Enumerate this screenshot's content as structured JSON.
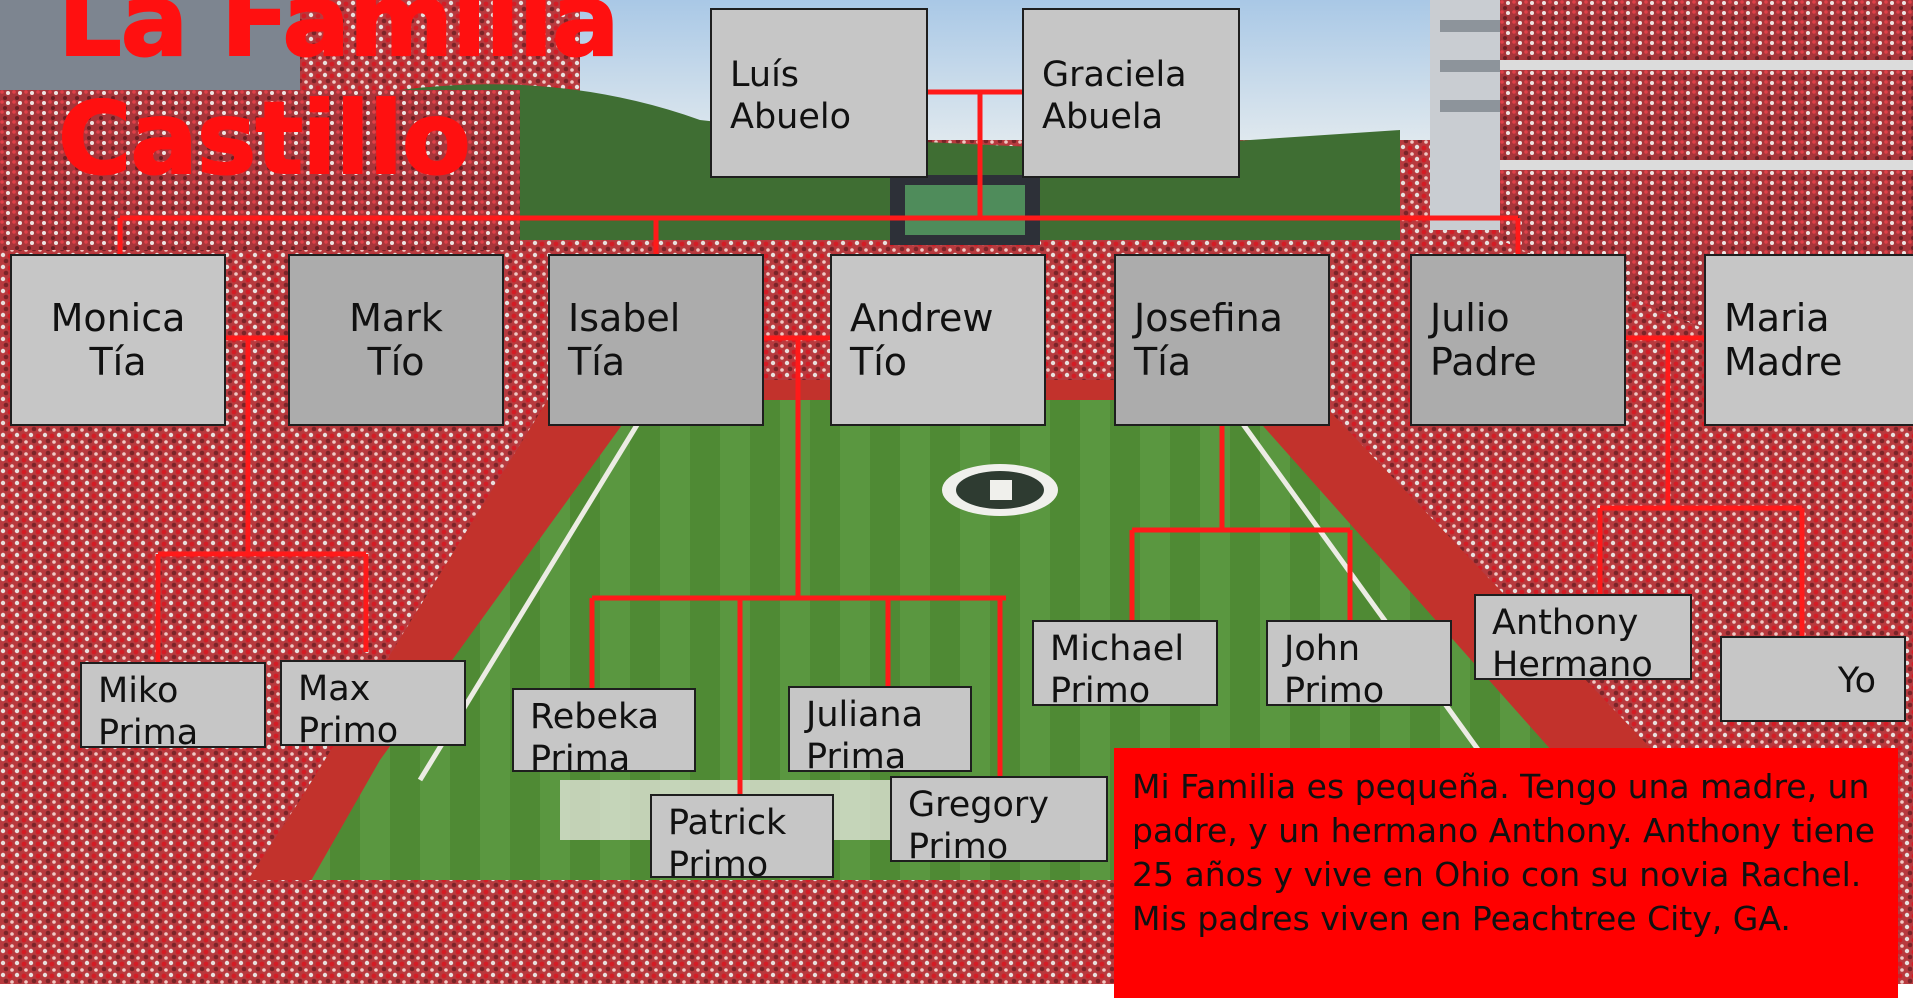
{
  "title": {
    "line1": "La Familia",
    "line2": "Castillo"
  },
  "colors": {
    "connector": "#ff1a1a",
    "box_light": "#c6c6c6",
    "box_dark": "#acacac",
    "title": "#ff1010",
    "textbox": "#ff0000"
  },
  "background": "football-stadium-photo",
  "members": {
    "luis": {
      "name": "Luís",
      "role": "Abuelo"
    },
    "graciela": {
      "name": "Graciela",
      "role": "Abuela"
    },
    "monica": {
      "name": "Monica",
      "role": "Tía"
    },
    "mark": {
      "name": "Mark",
      "role": "Tío"
    },
    "isabel": {
      "name": "Isabel",
      "role": "Tía"
    },
    "andrew": {
      "name": "Andrew",
      "role": "Tío"
    },
    "josefina": {
      "name": "Josefina",
      "role": "Tía"
    },
    "julio": {
      "name": "Julio",
      "role": "Padre"
    },
    "maria": {
      "name": "Maria",
      "role": "Madre"
    },
    "miko": {
      "name": "Miko",
      "role": "Prima"
    },
    "max": {
      "name": "Max",
      "role": "Primo"
    },
    "rebeka": {
      "name": "Rebeka",
      "role": "Prima"
    },
    "juliana": {
      "name": "Juliana",
      "role": "Prima"
    },
    "patrick": {
      "name": "Patrick",
      "role": "Primo"
    },
    "gregory": {
      "name": "Gregory",
      "role": "Primo"
    },
    "michael": {
      "name": "Michael",
      "role": "Primo"
    },
    "john": {
      "name": "John",
      "role": "Primo"
    },
    "anthony": {
      "name": "Anthony",
      "role": "Hermano"
    },
    "yo": {
      "name": "Yo"
    }
  },
  "description": "Mi Familia es pequeña. Tengo una madre, un padre, y un hermano Anthony. Anthony tiene 25 años y vive en Ohio con su novia Rachel. Mis padres viven en Peachtree City, GA."
}
